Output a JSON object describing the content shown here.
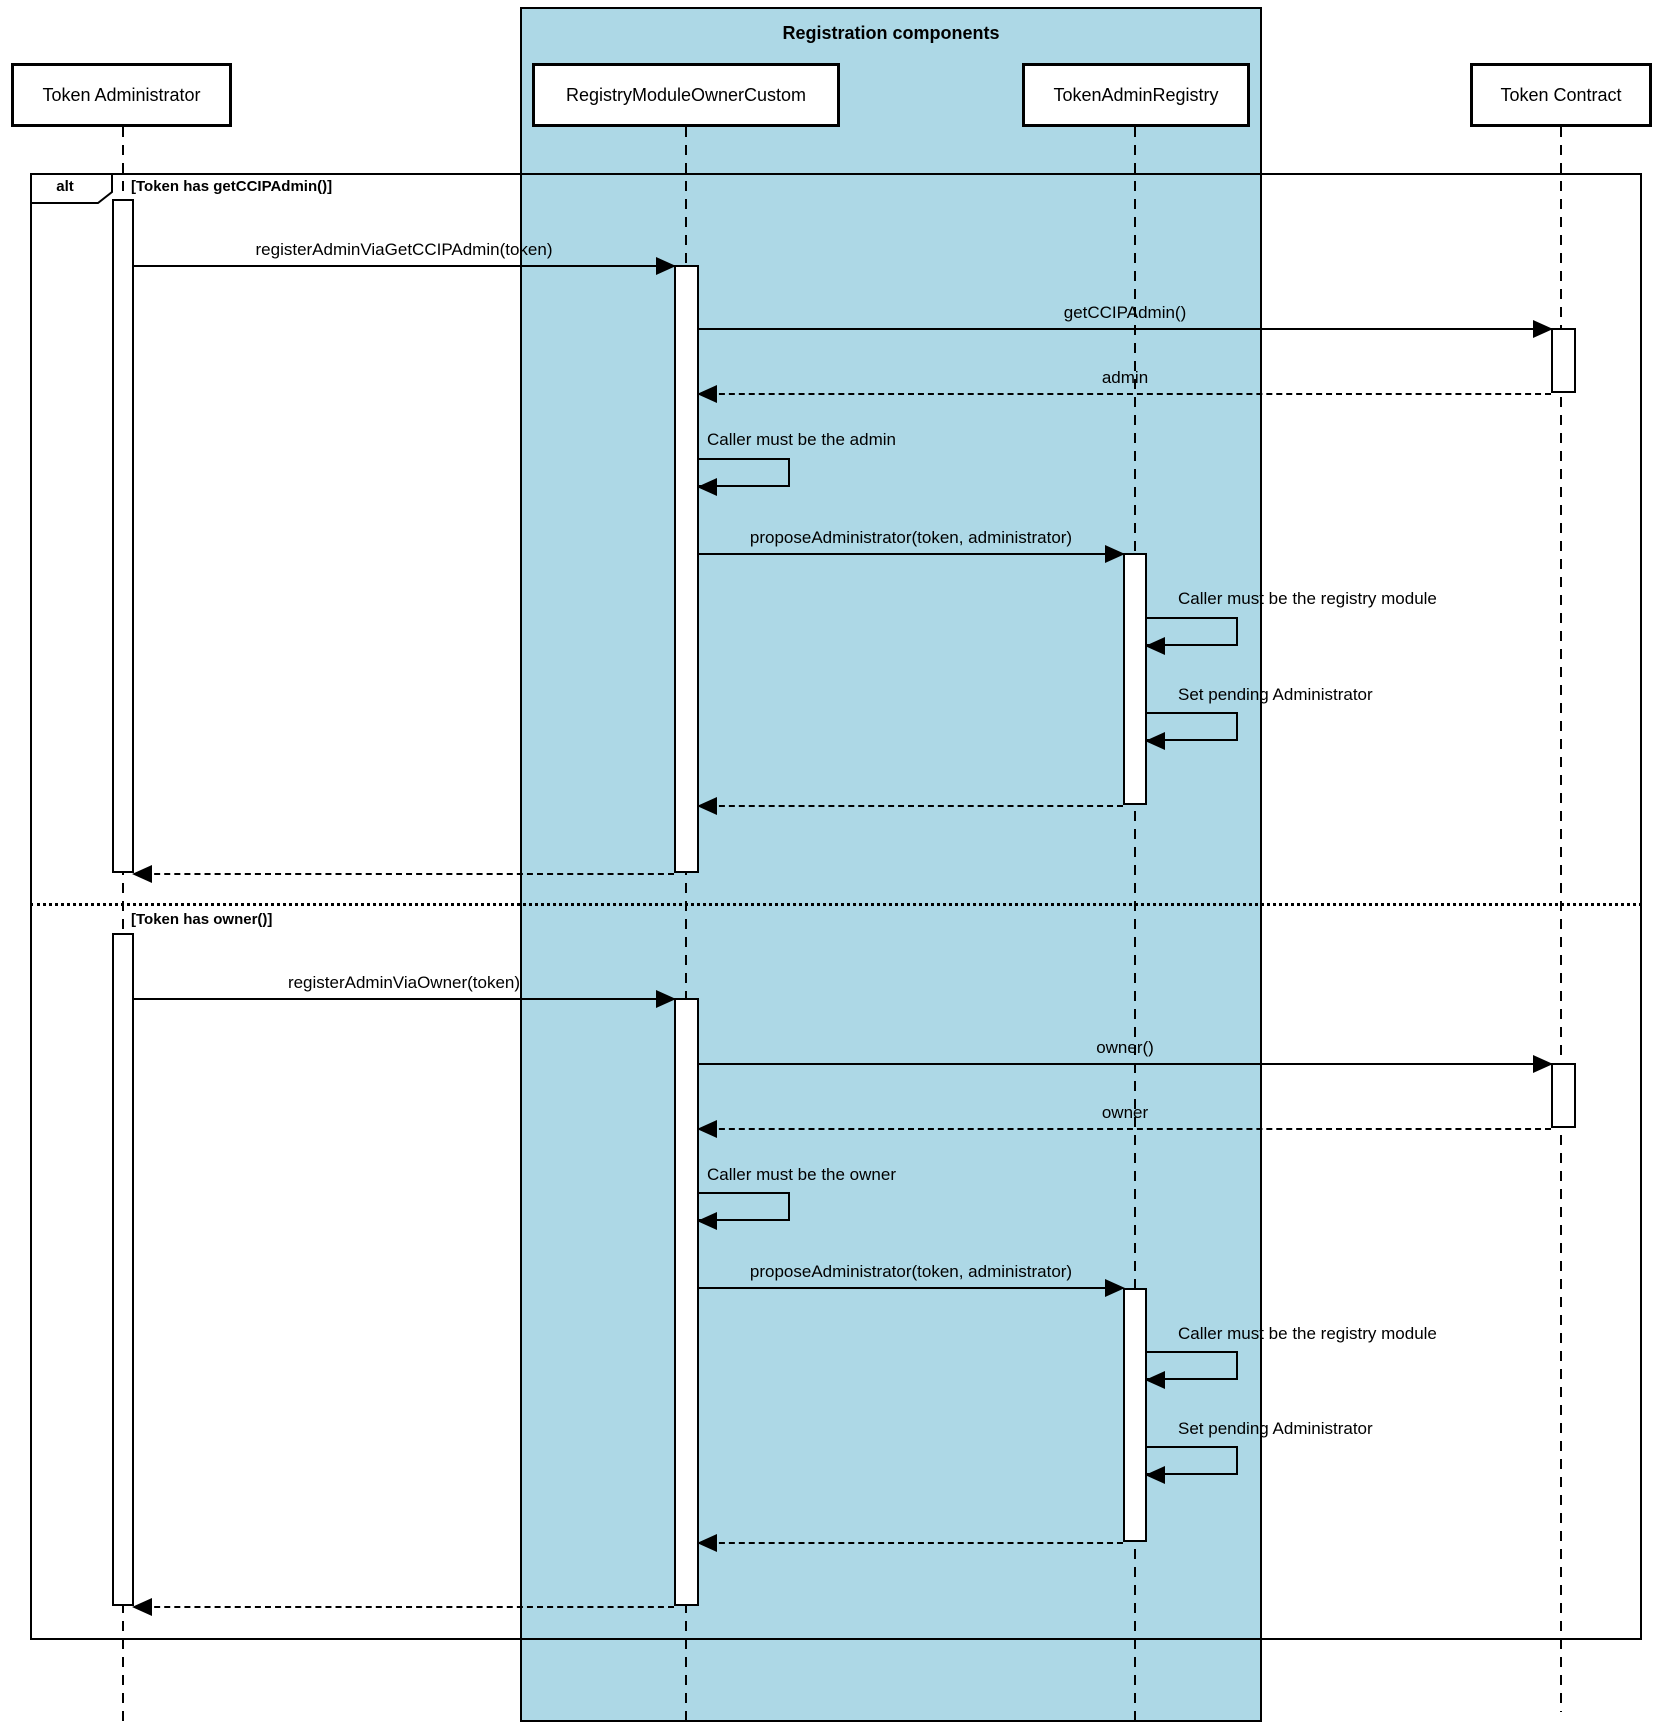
{
  "colors": {
    "registration_fill": "#ADD8E6",
    "stroke": "#000000",
    "participant_fill": "#FFFFFF",
    "background": "#FFFFFF"
  },
  "group": {
    "title": "Registration components"
  },
  "frame": {
    "operator": "alt",
    "guards": [
      "[Token has getCCIPAdmin()]",
      "[Token has owner()]"
    ]
  },
  "participants": [
    {
      "name": "Token Administrator"
    },
    {
      "name": "RegistryModuleOwnerCustom"
    },
    {
      "name": "TokenAdminRegistry"
    },
    {
      "name": "Token Contract"
    }
  ],
  "messages": {
    "register_admin_via_get_ccip_admin": "registerAdminViaGetCCIPAdmin(token)",
    "get_ccip_admin": "getCCIPAdmin()",
    "admin_return": "admin",
    "caller_must_be_admin": "Caller must be the admin",
    "propose_administrator_1": "proposeAdministrator(token, administrator)",
    "caller_must_be_registry_module_1": "Caller must be the registry module",
    "set_pending_administrator_1": "Set pending Administrator",
    "register_admin_via_owner": "registerAdminViaOwner(token)",
    "owner_call": "owner()",
    "owner_return": "owner",
    "caller_must_be_owner": "Caller must be the owner",
    "propose_administrator_2": "proposeAdministrator(token, administrator)",
    "caller_must_be_registry_module_2": "Caller must be the registry module",
    "set_pending_administrator_2": "Set pending Administrator"
  }
}
